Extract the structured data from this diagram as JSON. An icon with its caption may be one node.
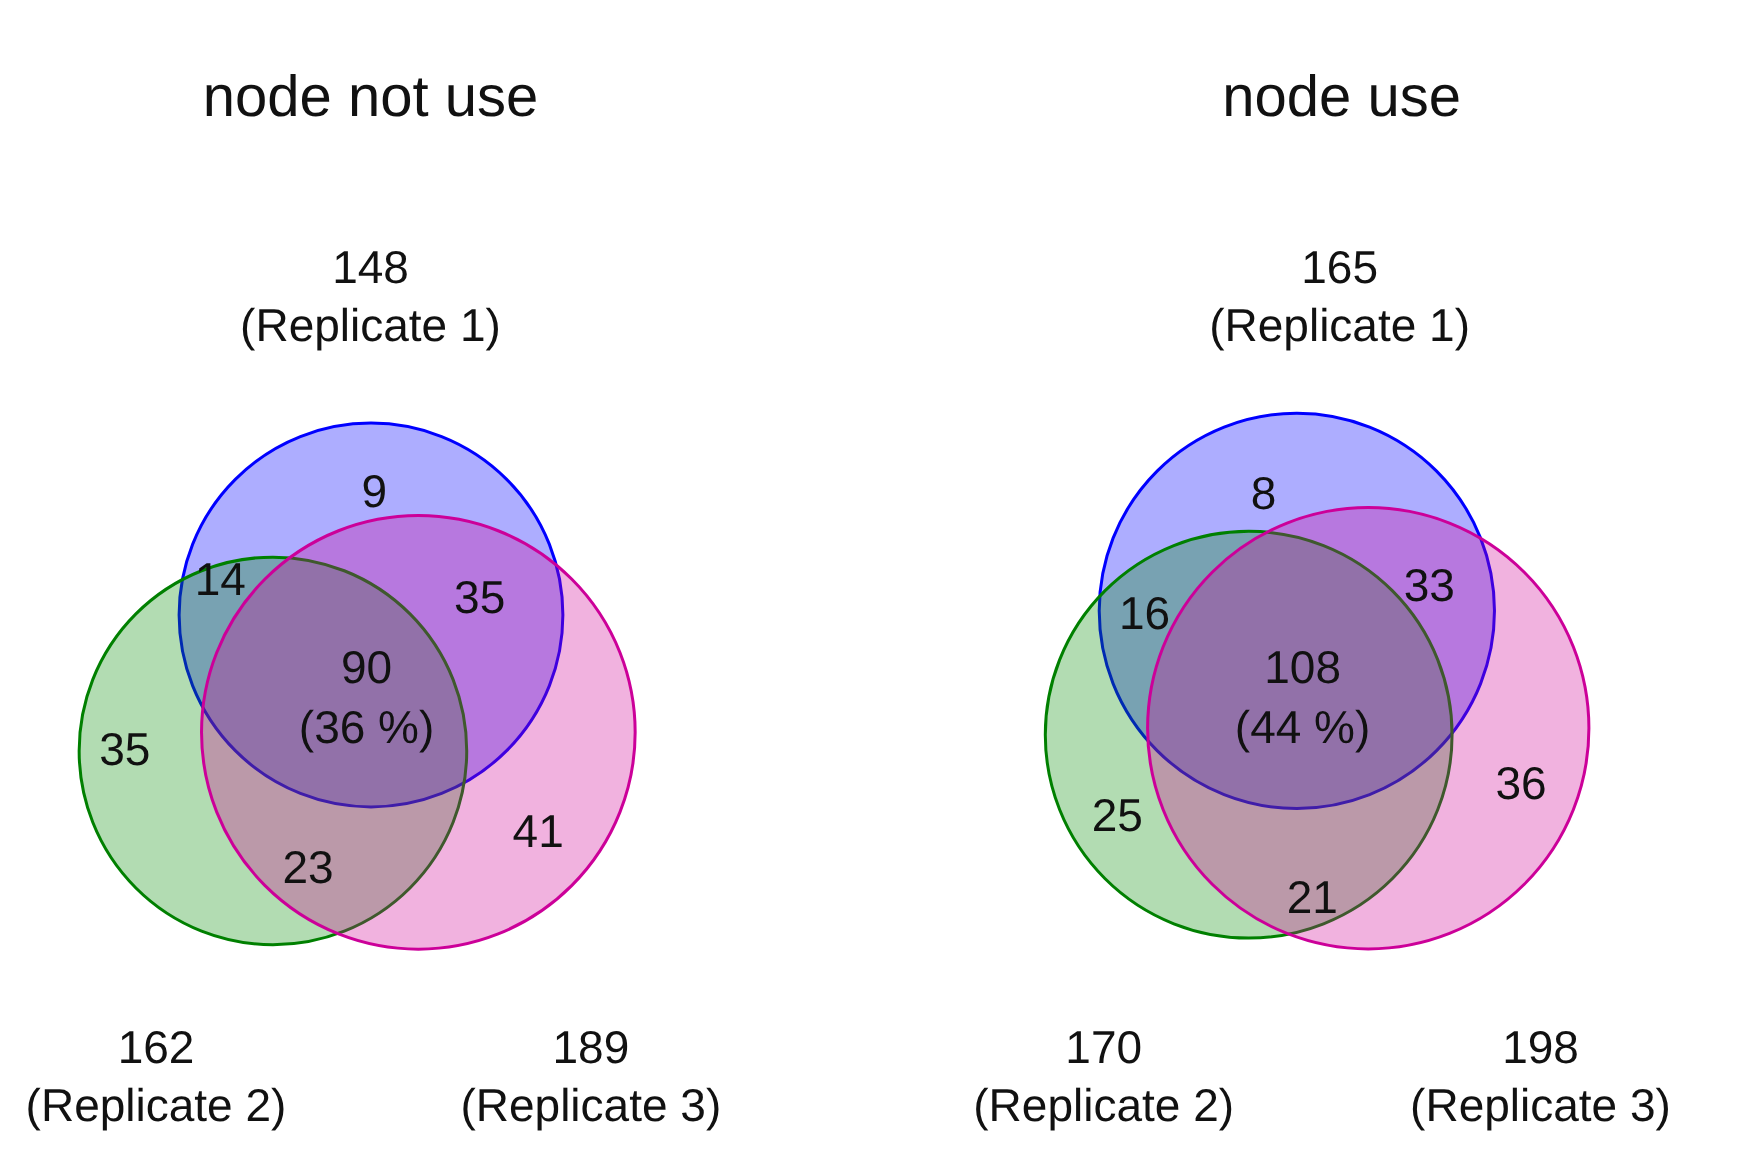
{
  "diagram": {
    "nodes": [
      {
        "text": [],
        "shape": "circle",
        "beside": [
          "148 (Replicate 1)"
        ]
      },
      {
        "text": [],
        "shape": "circle",
        "beside": [
          "162 (Replicate 2)"
        ]
      },
      {
        "text": [],
        "shape": "circle",
        "beside": [
          "189 (Replicate 3)"
        ]
      },
      {
        "text": [],
        "shape": "circle",
        "beside": [
          "165 (Replicate 1)"
        ]
      },
      {
        "text": [],
        "shape": "circle",
        "beside": [
          "170 (Replicate 2)"
        ]
      },
      {
        "text": [],
        "shape": "circle",
        "beside": [
          "198 (Replicate 3)"
        ]
      }
    ],
    "labels": [
      "node not use",
      "node use",
      "9",
      "14",
      "35",
      "90",
      "(36 %)",
      "35",
      "23",
      "41",
      "8",
      "16",
      "33",
      "108",
      "(44 %)",
      "25",
      "36",
      "21"
    ]
  }
}
